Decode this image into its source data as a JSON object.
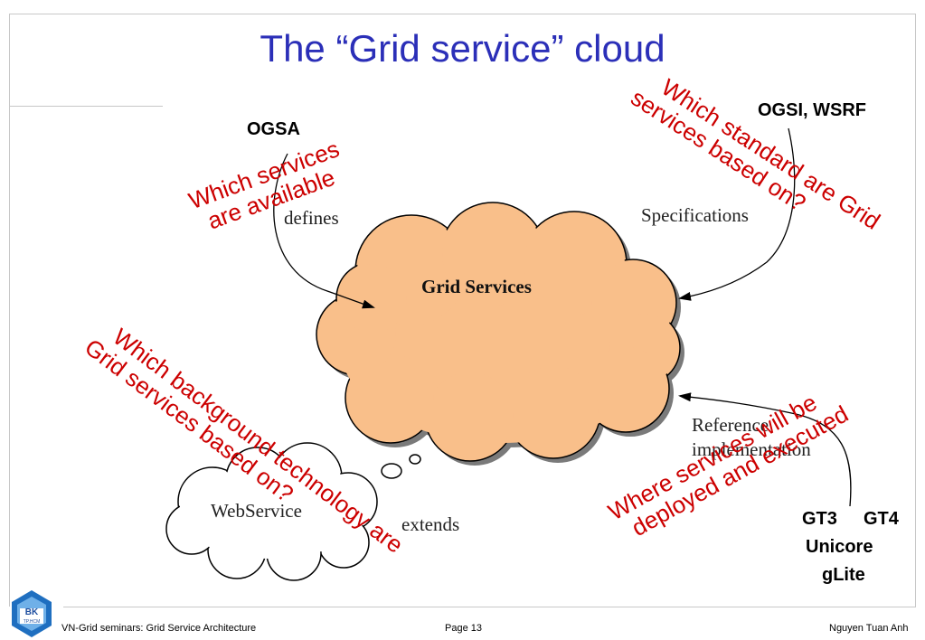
{
  "slide": {
    "title": "The “Grid service” cloud"
  },
  "diagram": {
    "center_label": "Grid Services",
    "webservice_label": "WebService",
    "top_left_label": "OGSA",
    "top_left_arrow": "defines",
    "top_right_label": "OGSI, WSRF",
    "top_right_arrow": "Specifications",
    "bottom_right_arrow_line1": "Reference",
    "bottom_right_arrow_line2": "implementation",
    "bottom_left_arrow": "extends",
    "implementations": {
      "line1a": "GT3",
      "line1b": "GT4",
      "line2": "Unicore",
      "line3": "gLite"
    }
  },
  "annotations": {
    "which_services_line1": "Which services",
    "which_services_line2": "are available",
    "which_standard_line1": "Which standard are Grid",
    "which_standard_line2": "services based on?",
    "which_background_line1": "Which background technology are",
    "which_background_line2": "Grid services based on?",
    "where_services_line1": "Where services will be",
    "where_services_line2": "deployed and executed"
  },
  "footer": {
    "logo_text": "BK",
    "logo_subtext": "TP.HCM",
    "left_text": "VN-Grid seminars: Grid Service Architecture",
    "center_text": "Page 13",
    "right_text": "Nguyen Tuan Anh"
  },
  "colors": {
    "title": "#2b2fb8",
    "annotation": "#cc0000",
    "cloud_fill": "#f9bf8a",
    "logo": "#1f6fc0"
  }
}
